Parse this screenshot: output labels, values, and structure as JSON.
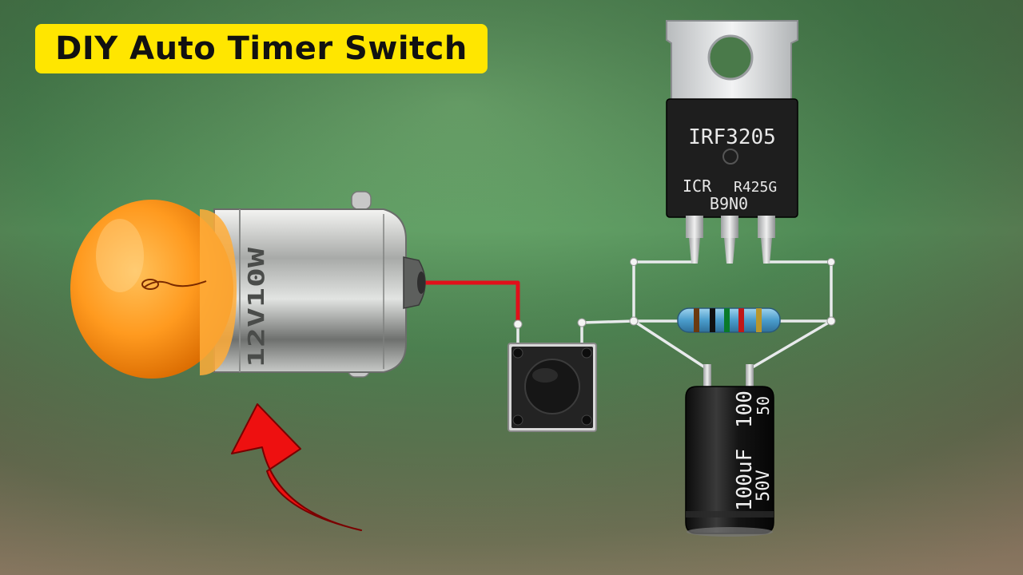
{
  "title": "DIY Auto Timer Switch",
  "colors": {
    "title_bg": "#ffe600",
    "bulb_glass": "#ff9a1f",
    "wire_red": "#e0101a",
    "wire_silver": "#e8eaec",
    "arrow": "#ee1010",
    "background": "#5a8a5a"
  },
  "bulb": {
    "marking": "12V10W"
  },
  "mosfet": {
    "line1": "IRF3205",
    "line2a": "ICR",
    "line2b": "R425G",
    "line3": "B9N0"
  },
  "capacitor": {
    "value_top": "100",
    "voltage_top": "50",
    "value_side": "100uF",
    "voltage_side": "50V"
  },
  "components": {
    "bulb": "bulb-icon",
    "push_button": "push-button-icon",
    "resistor": "resistor-icon",
    "arrow": "arrow-icon"
  }
}
